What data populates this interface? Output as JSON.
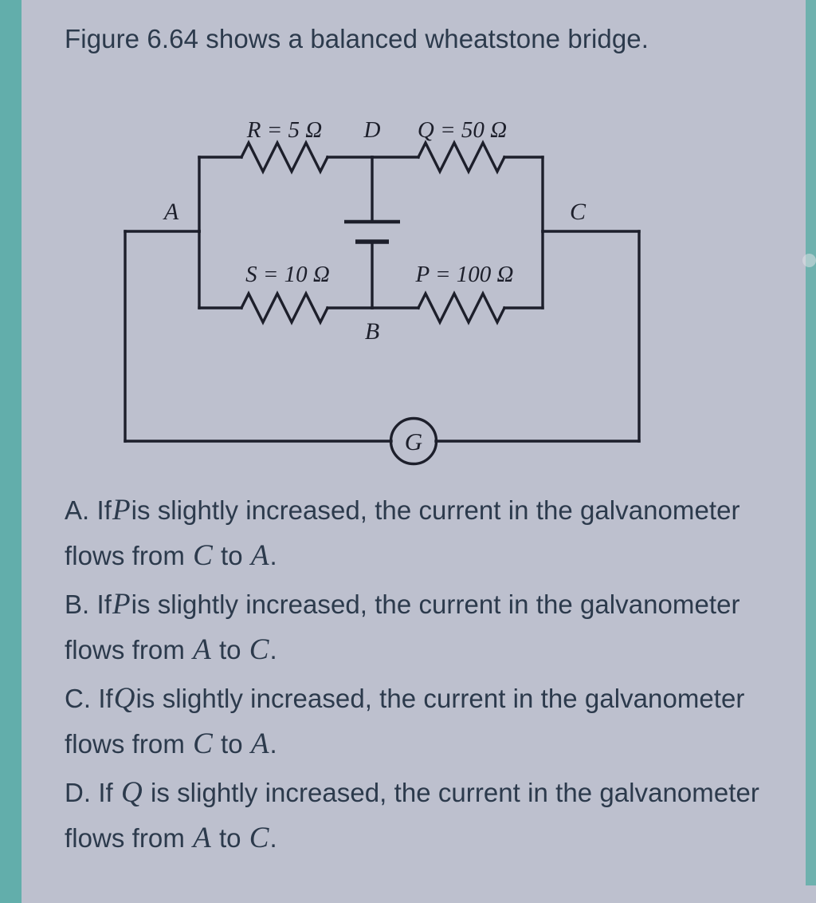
{
  "theme": {
    "background": "#bdc0ce",
    "accent_bar": "#62aeab",
    "text": "#2c3a4c",
    "ink": "#1d1f2b"
  },
  "prompt": {
    "text": "Figure 6.64 shows a balanced wheatstone bridge."
  },
  "figure": {
    "caption_number": "6.64",
    "type": "wheatstone-bridge-circuit",
    "nodes": [
      {
        "id": "A",
        "label": "A"
      },
      {
        "id": "B",
        "label": "B"
      },
      {
        "id": "C",
        "label": "C"
      },
      {
        "id": "D",
        "label": "D"
      }
    ],
    "resistors": [
      {
        "id": "R",
        "label": "R = 5 Ω",
        "arm": "top-left",
        "value": 5,
        "unit": "Ω"
      },
      {
        "id": "Q",
        "label": "Q = 50 Ω",
        "arm": "top-right",
        "value": 50,
        "unit": "Ω"
      },
      {
        "id": "S",
        "label": "S = 10 Ω",
        "arm": "bottom-left",
        "value": 10,
        "unit": "Ω"
      },
      {
        "id": "P",
        "label": "P = 100 Ω",
        "arm": "bottom-right",
        "value": 100,
        "unit": "Ω"
      }
    ],
    "galvanometer": {
      "label": "G"
    },
    "battery": {
      "label": ""
    }
  },
  "options": [
    {
      "key": "A.",
      "part1": "If",
      "var1": "P",
      "part2": "is slightly increased, the current in the galvanometer flows from",
      "var2": "C",
      "part3": "to",
      "var3": "A",
      "part4": "."
    },
    {
      "key": "B.",
      "part1": "If",
      "var1": "P",
      "part2": "is slightly increased, the current in the galvanometer flows from",
      "var2": "A",
      "part3": "to",
      "var3": "C",
      "part4": "."
    },
    {
      "key": "C.",
      "part1": "If",
      "var1": "Q",
      "part2": "is slightly increased, the current in the galvanometer flows from",
      "var2": "C",
      "part3": "to",
      "var3": "A",
      "part4": "."
    },
    {
      "key": "D.",
      "part1": "If",
      "var1": "Q",
      "part2": "is slightly increased, the current in the galvanometer flows from",
      "var2": "A",
      "part3": "to",
      "var3": "C",
      "part4": "."
    }
  ]
}
